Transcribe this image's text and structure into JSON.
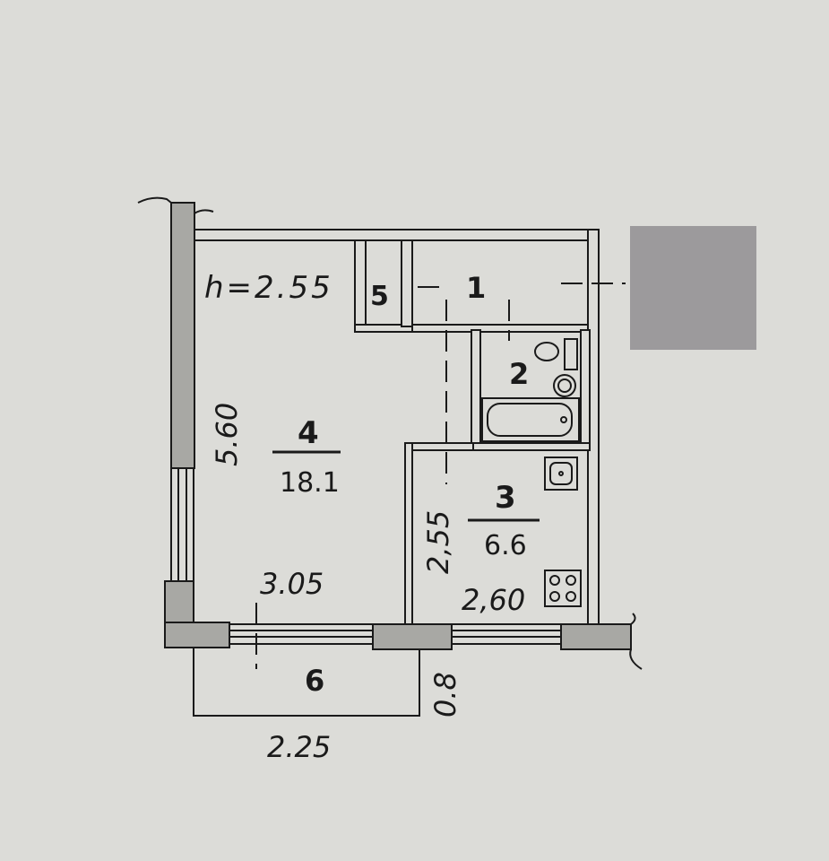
{
  "floorplan": {
    "ceiling_height": "h=2.55",
    "rooms": [
      {
        "number": "1"
      },
      {
        "number": "2"
      },
      {
        "number": "3",
        "area": "6.6"
      },
      {
        "number": "4",
        "area": "18.1"
      },
      {
        "number": "5"
      },
      {
        "number": "6"
      }
    ],
    "dimensions": {
      "room4_length": "5.60",
      "room4_width": "3.05",
      "kitchen_length": "2,55",
      "kitchen_width": "2,60",
      "balcony_depth": "0.8",
      "balcony_width": "2.25"
    }
  },
  "colors": {
    "background": "#dcdcd8",
    "wall_fill": "#a8a8a4",
    "line": "#1a1a1a",
    "mask": "#9c9a9c"
  }
}
